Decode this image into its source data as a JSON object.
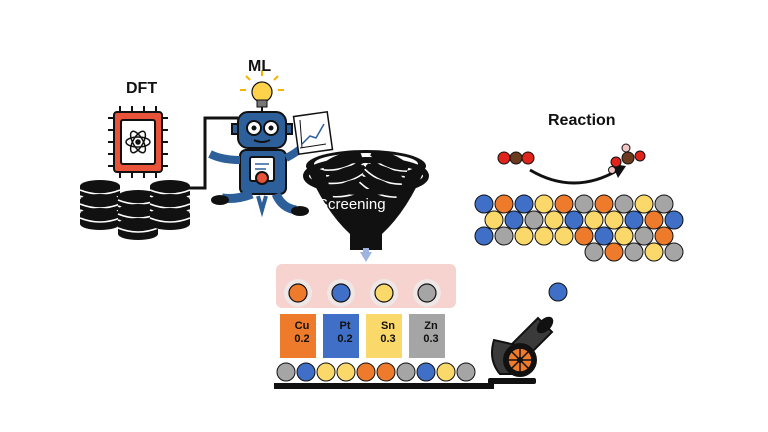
{
  "labels": {
    "dft": "DFT",
    "ml": "ML",
    "reaction": "Reaction",
    "screening": "Screening"
  },
  "composition": [
    {
      "element": "Cu",
      "fraction": "0.2",
      "color": "#ee7b2c"
    },
    {
      "element": "Pt",
      "fraction": "0.2",
      "color": "#3f6fc6"
    },
    {
      "element": "Sn",
      "fraction": "0.3",
      "color": "#fbd86a"
    },
    {
      "element": "Zn",
      "fraction": "0.3",
      "color": "#a5a5a5"
    }
  ],
  "colors": {
    "cu": "#ee7b2c",
    "pt": "#3f6fc6",
    "sn": "#fbd86a",
    "zn": "#a5a5a5",
    "robot": "#2d5f9a",
    "funnel": "#111111",
    "chip": "#e8533a",
    "highlight": "#f6d3cf"
  },
  "icons": [
    "cpu-chip-icon",
    "atom-icon",
    "database-icon",
    "robot-icon",
    "lightbulb-icon",
    "chart-icon",
    "funnel-icon",
    "cannon-icon",
    "co2-molecule-icon",
    "formic-acid-molecule-icon"
  ]
}
